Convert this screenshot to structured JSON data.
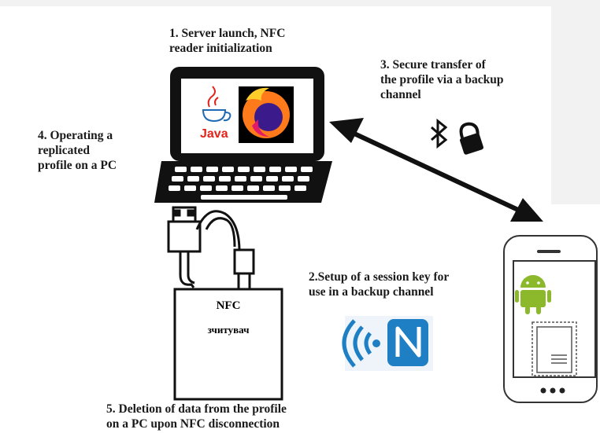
{
  "labels": {
    "step1": "1. Server launch, NFC\nreader initialization",
    "step2": "2.Setup of a session key for\nuse in a backup channel",
    "step3": "3.  Secure  transfer  of\nthe profile via a backup\nchannel",
    "step4": "4.  Operating  a\nreplicated\nprofile on a PC",
    "step5": "5. Deletion of data from the profile\non a PC upon NFC disconnection"
  },
  "nfc_device": {
    "title": "NFC",
    "subtitle": "зчитувач"
  },
  "laptop_screen": {
    "java_text": "Java"
  },
  "icons": [
    "laptop-icon",
    "java-icon",
    "firefox-icon",
    "usb-cable-icon",
    "nfc-reader-icon",
    "bluetooth-icon",
    "lock-icon",
    "nfc-symbol-icon",
    "android-icon",
    "smartphone-icon"
  ],
  "colors": {
    "text": "#1a1a1a",
    "java_red": "#e2231a",
    "nfc_blue": "#1e7fc4",
    "android_green": "#8cb82b",
    "firefox_orange": "#ff7a1a"
  }
}
